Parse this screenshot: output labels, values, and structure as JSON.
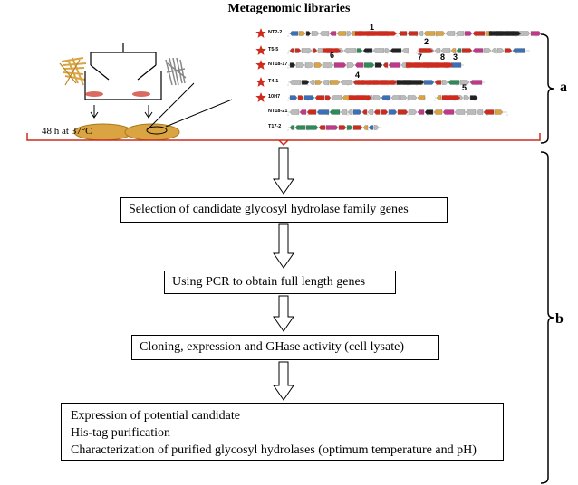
{
  "title": "Metagenomic libraries",
  "incubation_label": "48 h at 37°C",
  "libraries": [
    {
      "name": "NT2-2",
      "starred": true
    },
    {
      "name": "T5-5",
      "starred": true
    },
    {
      "name": "NT18-17",
      "starred": true
    },
    {
      "name": "T4-1",
      "starred": true
    },
    {
      "name": "10H7",
      "starred": true
    },
    {
      "name": "NT18-21",
      "starred": false
    },
    {
      "name": "T17-2",
      "starred": false
    }
  ],
  "gene_markers": [
    "1",
    "2",
    "3",
    "4",
    "5",
    "6",
    "7",
    "8"
  ],
  "steps": [
    "Selection of candidate glycosyl hydrolase family genes",
    "Using PCR to obtain full length genes",
    "Cloning, expression and GHase activity (cell lysate)"
  ],
  "final_step_lines": [
    "Expression of potential candidate",
    "His-tag purification",
    "Characterization of purified glycosyl hydrolases (optimum temperature and pH)"
  ],
  "section_labels": {
    "a": "a",
    "b": "b"
  },
  "colors": {
    "red": "#cc2b1d",
    "gold": "#d9a441",
    "arrow_outline": "#000000"
  }
}
